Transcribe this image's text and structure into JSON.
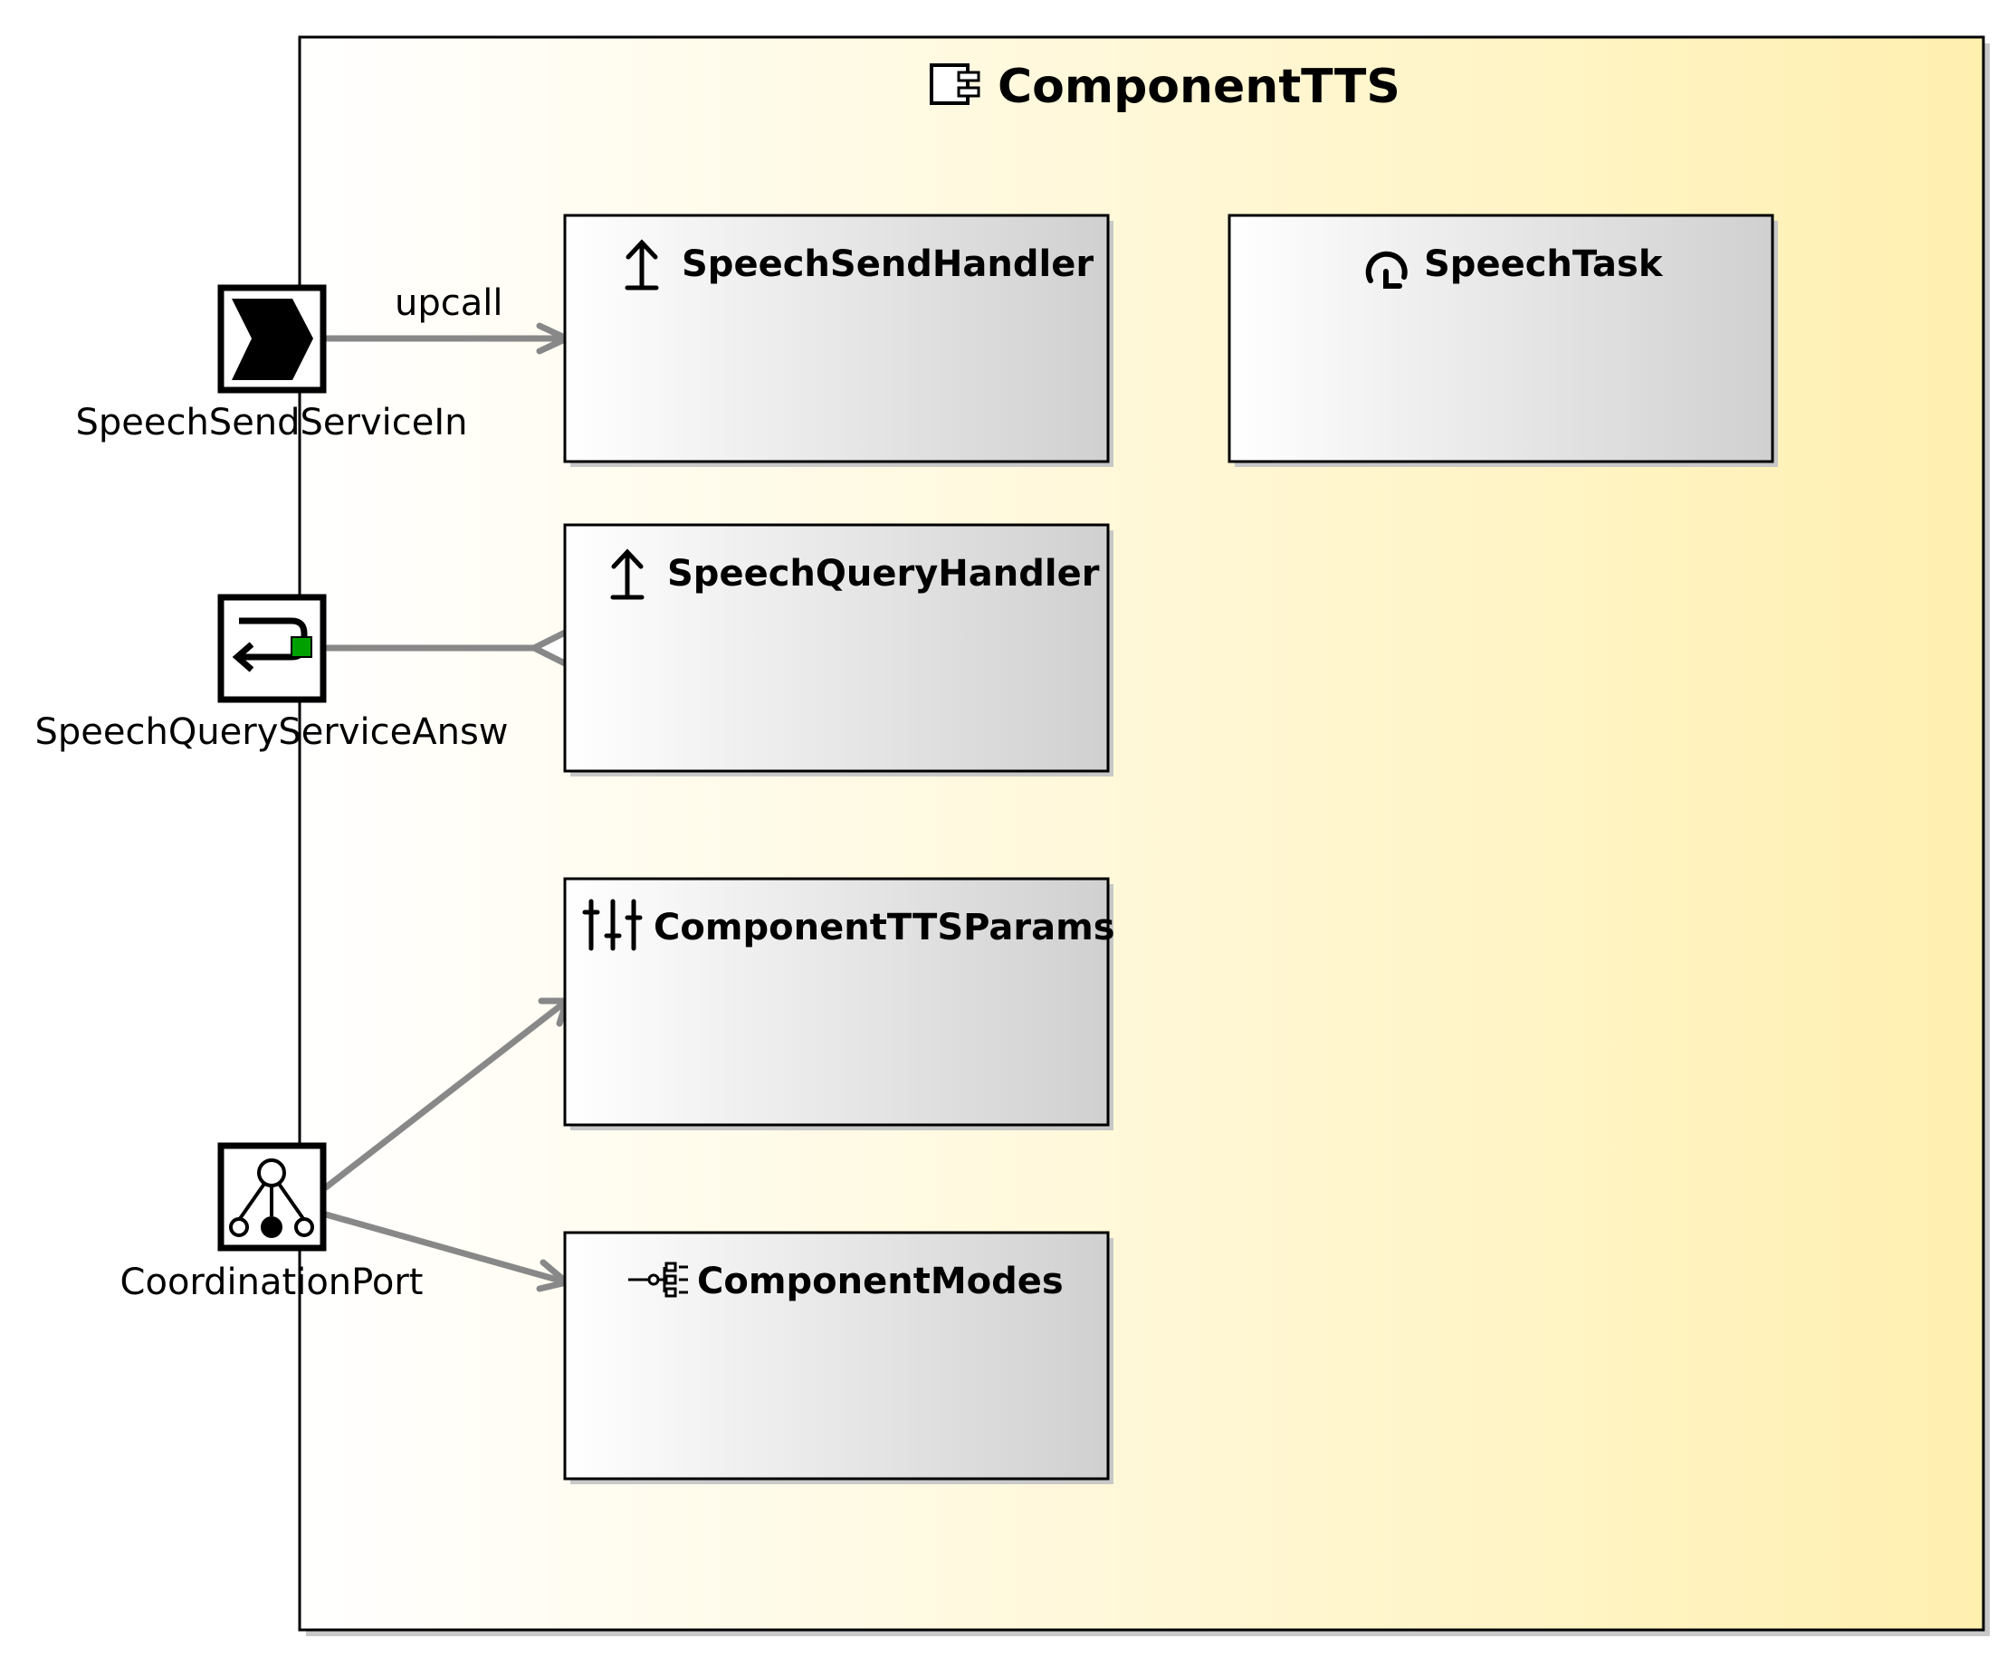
{
  "component": {
    "title": "ComponentTTS",
    "icon": "component-icon",
    "gradient_start": "#ffffff",
    "gradient_end": "#fff0b0"
  },
  "boxes": [
    {
      "id": "speech-send-handler",
      "label": "SpeechSendHandler",
      "icon": "upcall-handler-icon"
    },
    {
      "id": "speech-task",
      "label": "SpeechTask",
      "icon": "task-loop-icon"
    },
    {
      "id": "speech-query-handler",
      "label": "SpeechQueryHandler",
      "icon": "upcall-handler-icon"
    },
    {
      "id": "component-tts-params",
      "label": "ComponentTTSParams",
      "icon": "parameter-sliders-icon"
    },
    {
      "id": "component-modes",
      "label": "ComponentModes",
      "icon": "mode-tree-icon"
    }
  ],
  "ports": [
    {
      "id": "speech-send-service-in",
      "label": "SpeechSendServiceIn",
      "icon": "send-server-port-icon"
    },
    {
      "id": "speech-query-service-answ",
      "label": "SpeechQueryServiceAnsw",
      "icon": "query-server-port-icon",
      "accent_color": "#00a000"
    },
    {
      "id": "coordination-port",
      "label": "CoordinationPort",
      "icon": "coordination-port-icon"
    }
  ],
  "edges": [
    {
      "from": "speech-send-service-in",
      "to": "speech-send-handler",
      "label": "upcall"
    },
    {
      "from": "speech-query-service-answ",
      "to": "speech-query-handler",
      "label": ""
    },
    {
      "from": "coordination-port",
      "to": "component-tts-params",
      "label": ""
    },
    {
      "from": "coordination-port",
      "to": "component-modes",
      "label": ""
    }
  ],
  "colors": {
    "edge": "#888888",
    "box_fill_start": "#ffffff",
    "box_fill_end": "#d0d0d0",
    "shadow": "#c8c8c8"
  }
}
